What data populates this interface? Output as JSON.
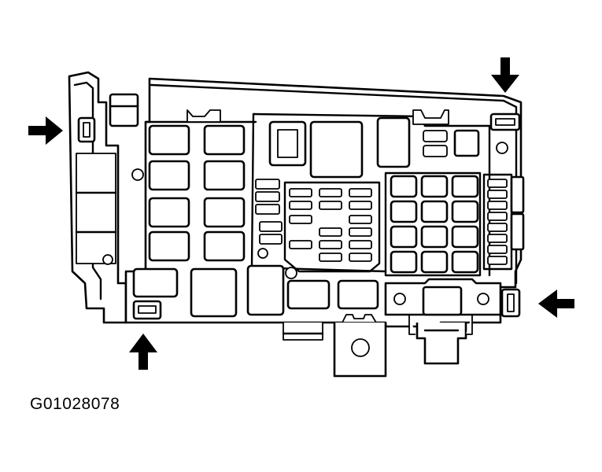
{
  "figure": {
    "code": "G01028078"
  },
  "colors": {
    "line": "#000000",
    "background": "#ffffff",
    "arrow": "#000000"
  },
  "callouts": {
    "arrows": [
      "arrow-left-pointing-right",
      "arrow-top-pointing-down",
      "arrow-right-pointing-left",
      "arrow-bottom-pointing-up"
    ]
  }
}
